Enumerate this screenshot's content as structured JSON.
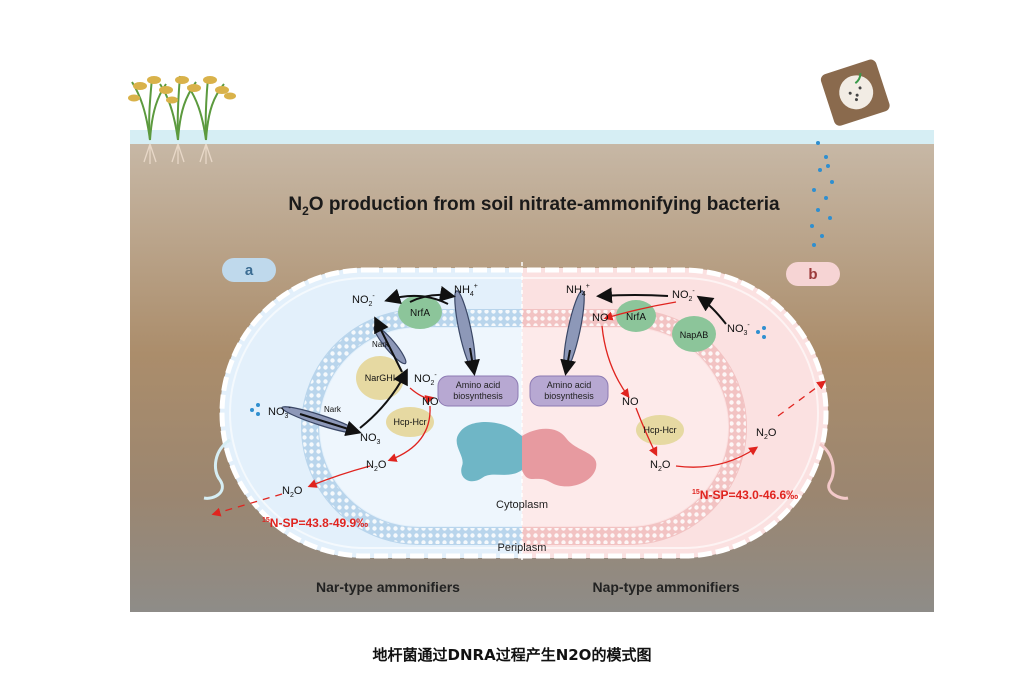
{
  "title": {
    "prefix": "N",
    "sub": "2",
    "rest": "O production from soil nitrate-ammonifying bacteria"
  },
  "panel_a": {
    "badge": "a",
    "bottom_label": "Nar-type ammonifiers",
    "sp_sup": "15",
    "sp_text": "N-SP=43.8-49.9‰",
    "labels": {
      "no2_top": "NO",
      "no2_top_sub": "2",
      "no2_top_sup": "-",
      "nh4": "NH",
      "nh4_sub": "4",
      "nh4_sup": "+",
      "nrfa": "NrfA",
      "nark_top": "Nark",
      "nark_low": "Nark",
      "nargh": "NarGHI",
      "no2_mid": "NO",
      "no2_mid_sub": "2",
      "no2_mid_sup": "-",
      "no": "NO",
      "no3_out": "NO",
      "no3_out_sub": "3",
      "no3_out_sup": "-",
      "no3_in": "NO",
      "no3_in_sub": "3",
      "hcp": "Hcp-Hcr",
      "n2o_in": "N",
      "n2o_in_sub": "2",
      "n2o_in_rest": "O",
      "n2o_out": "N",
      "n2o_out_sub": "2",
      "n2o_out_rest": "O",
      "amino_1": "Amino acid",
      "amino_2": "biosynthesis"
    }
  },
  "panel_b": {
    "badge": "b",
    "bottom_label": "Nap-type ammonifiers",
    "sp_sup": "15",
    "sp_text": "N-SP=43.0-46.6‰",
    "labels": {
      "nh4": "NH",
      "nh4_sub": "4",
      "nh4_sup": "+",
      "no2": "NO",
      "no2_sub": "2",
      "no2_sup": "-",
      "no_top": "NO",
      "nrfa": "NrfA",
      "napab": "NapAB",
      "no3": "NO",
      "no3_sub": "3",
      "no3_sup": "-",
      "amino_1": "Amino acid",
      "amino_2": "biosynthesis",
      "no_mid": "NO",
      "hcp": "Hcp-Hcr",
      "n2o_in": "N",
      "n2o_in_sub": "2",
      "n2o_in_rest": "O",
      "n2o_out": "N",
      "n2o_out_sub": "2",
      "n2o_out_rest": "O"
    }
  },
  "cytoplasm": "Cytoplasm",
  "periplasm": "Periplasm",
  "caption": "地杆菌通过DNRA过程产生N2O的模式图",
  "colors": {
    "soil_top": "#c2b2a0",
    "soil_mid": "#a88a68",
    "soil_bottom": "#8f8b85",
    "water": "#d6eef4",
    "panel_a_fill": "#e3f0fb",
    "panel_b_fill": "#fbe1e1",
    "nrfa_green": "#8cc59a",
    "nargh_yellow": "#e6d9a2",
    "amino_purple": "#b7a8d2",
    "red_text": "#e0241f"
  }
}
